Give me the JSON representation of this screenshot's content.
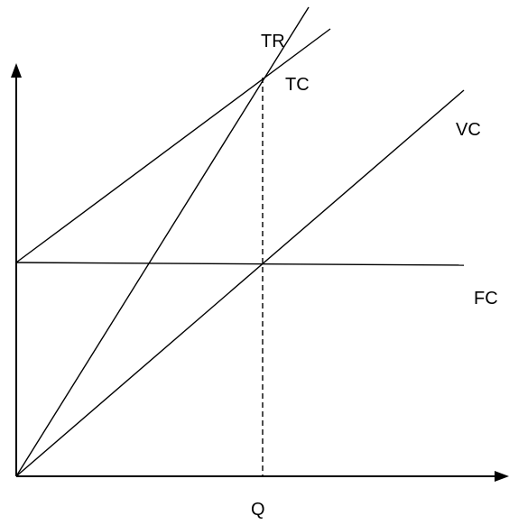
{
  "labels": {
    "tr": "TR",
    "tc": "TC",
    "vc": "VC",
    "fc": "FC",
    "q": "Q"
  },
  "colors": {
    "line": "#000000",
    "background": "#ffffff"
  }
}
